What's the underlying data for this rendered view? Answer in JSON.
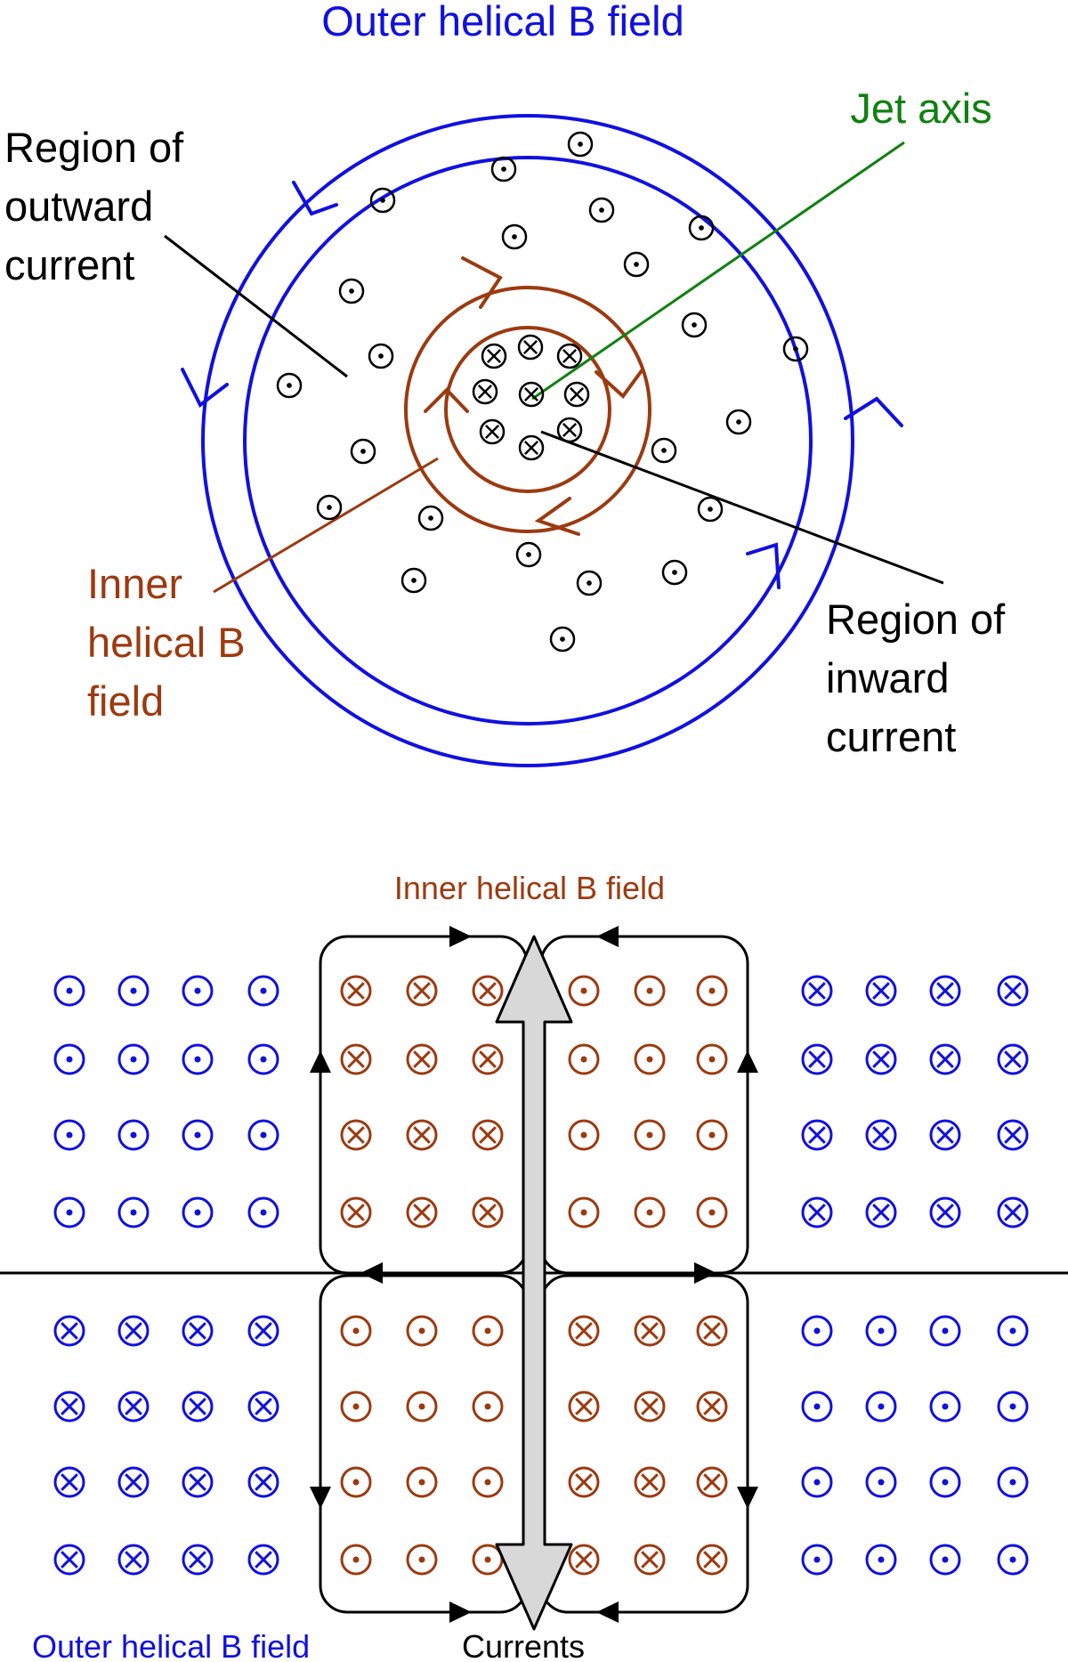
{
  "colors": {
    "outer_field": "#1010e0",
    "inner_field": "#9c3a10",
    "jet_axis": "#108010",
    "current": "#000000",
    "arrow_fill": "#d8d8d8"
  },
  "top_panel": {
    "outer_field_label": "Outer helical B field",
    "jet_axis_label": "Jet axis",
    "outward_region_label": [
      "Region of",
      "outward",
      "current"
    ],
    "inner_field_label": [
      "Inner",
      "helical B",
      "field"
    ],
    "inward_region_label": [
      "Region of",
      "inward",
      "current"
    ]
  },
  "bottom_panel": {
    "inner_field_label": "Inner helical B field",
    "outer_field_label": "Outer helical B field",
    "currents_label": "Currents"
  },
  "icons": {
    "out_of_page": "dot-in-circle-icon",
    "into_page": "cross-in-circle-icon"
  }
}
